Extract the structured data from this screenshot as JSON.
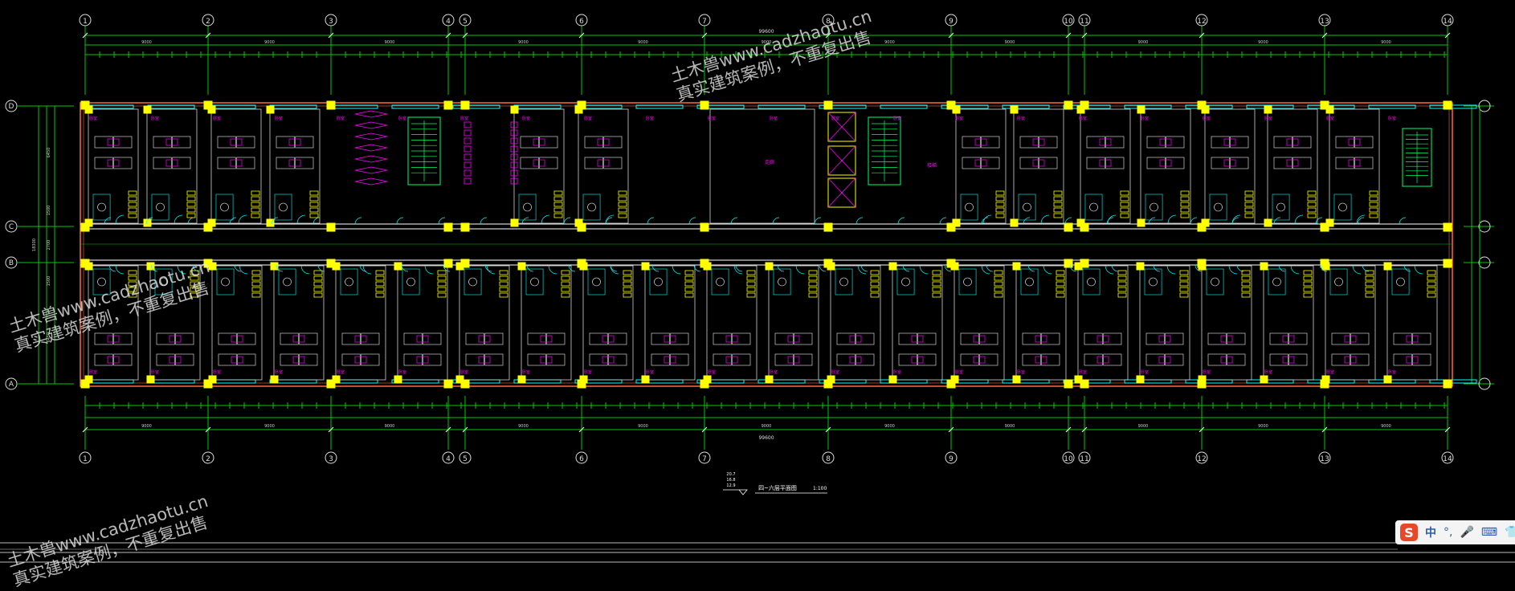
{
  "drawing": {
    "grid_columns": [
      "1",
      "2",
      "3",
      "4",
      "5",
      "6",
      "7",
      "8",
      "9",
      "10",
      "11",
      "12",
      "13",
      "14"
    ],
    "grid_rows": [
      "D",
      "C",
      "B",
      "A"
    ],
    "overall_dimension": "99600",
    "bay_dimension": "9000",
    "title": "四~六层平面图",
    "scale": "1:100",
    "elevation_marks": [
      "20.7",
      "16.8",
      "12.9"
    ],
    "room_tag": "卧室",
    "stair_tag": "楼梯",
    "corridor_tag": "走廊",
    "side_dims": [
      "6450",
      "1500",
      "2700",
      "1500",
      "6450",
      "18300"
    ],
    "colors": {
      "grid": "#00c800",
      "wall": "#ffff00",
      "window": "#00ffff",
      "furniture": "#ff00ff",
      "outline": "#ff6a3c"
    }
  },
  "watermarks": [
    {
      "line1": "土木兽www.cadzhaotu.cn",
      "line2": "真实建筑案例，不重复出售"
    },
    {
      "line1": "土木兽www.cadzhaotu.cn",
      "line2": "真实建筑案例，不重复出售"
    },
    {
      "line1": "土木兽www.cadzhaotu.cn",
      "line2": "真实建筑案例，不重复出售"
    }
  ],
  "ime_toolbar": {
    "logo": "S",
    "mode": "中",
    "punct": "°,",
    "mic": "🎤",
    "keyboard": "⌨",
    "shirt": "👕"
  }
}
